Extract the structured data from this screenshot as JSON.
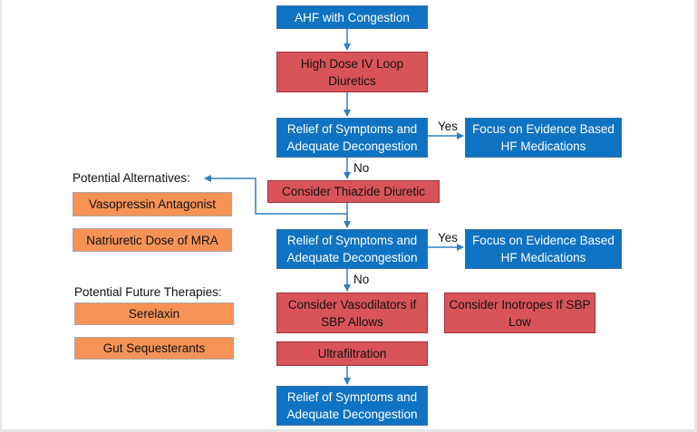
{
  "nodes": {
    "ahf": "AHF with Congestion",
    "loop": "High Dose IV Loop Diuretics",
    "relief1": "Relief of Symptoms and Adequate Decongestion",
    "focus1": "Focus on Evidence Based HF Medications",
    "thiazide": "Consider Thiazide Diuretic",
    "relief2": "Relief of Symptoms and Adequate Decongestion",
    "focus2": "Focus on Evidence Based HF Medications",
    "vasodilators": "Consider Vasodilators if SBP Allows",
    "inotropes": "Consider Inotropes If SBP Low",
    "ultrafiltration": "Ultrafiltration",
    "relief3": "Relief of Symptoms and Adequate Decongestion"
  },
  "edge_labels": {
    "yes1": "Yes",
    "no1": "No",
    "yes2": "Yes",
    "no2": "No"
  },
  "alternatives": {
    "heading": "Potential Alternatives:",
    "items": [
      "Vasopressin Antagonist",
      "Natriuretic Dose of MRA"
    ]
  },
  "future": {
    "heading": "Potential Future Therapies:",
    "items": [
      "Serelaxin",
      "Gut Sequesterants"
    ]
  },
  "colors": {
    "blue": "#0e73c2",
    "red": "#d9545a",
    "orange": "#f79256",
    "arrow": "#2e7fc4"
  }
}
